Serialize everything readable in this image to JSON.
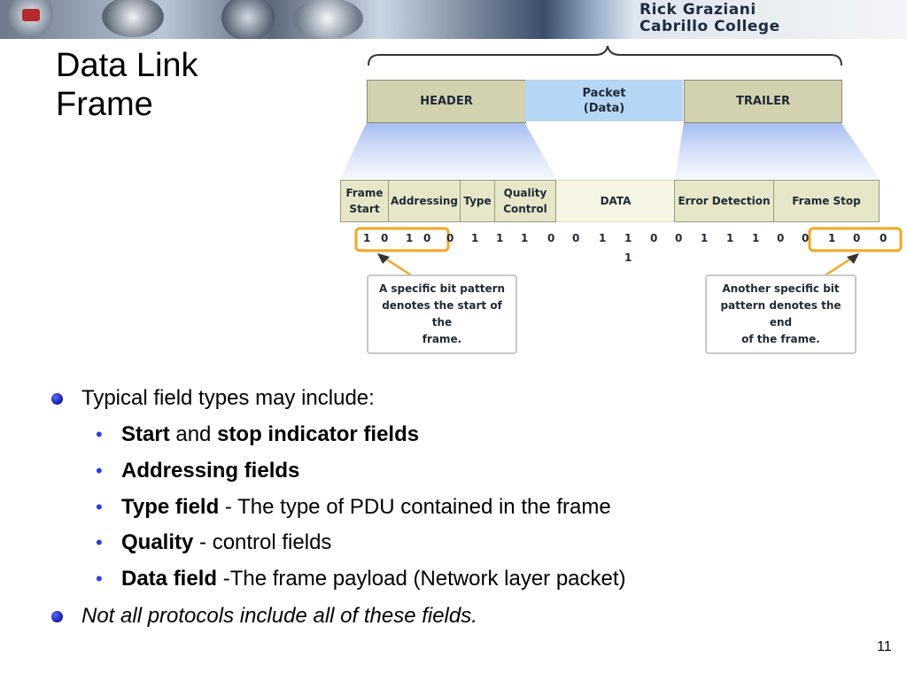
{
  "banner": {
    "line1": "Rick Graziani",
    "line2": "Cabrillo College"
  },
  "title": {
    "line1": "Data Link",
    "line2": "Frame"
  },
  "diagram": {
    "top_segments": {
      "header": "HEADER",
      "packet_line1": "Packet",
      "packet_line2": "(Data)",
      "trailer": "TRAILER"
    },
    "fields": {
      "frame_start_1": "Frame",
      "frame_start_2": "Start",
      "addressing": "Addressing",
      "type": "Type",
      "quality_1": "Quality",
      "quality_2": "Control",
      "data": "DATA",
      "error_detection": "Error Detection",
      "frame_stop": "Frame Stop"
    },
    "bits": [
      "1",
      "0",
      "1",
      "0",
      "0",
      "1",
      "1",
      "1",
      "0",
      "0",
      "1",
      "1",
      "0",
      "0",
      "1",
      "1",
      "1",
      "0",
      "0",
      "1",
      "0",
      "0"
    ],
    "extra_bit": "1",
    "callout_left": {
      "line1": "A specific bit pattern",
      "line2": "denotes the start of the",
      "line3": "frame."
    },
    "callout_right": {
      "line1": "Another specific bit",
      "line2": "pattern denotes the end",
      "line3": "of the frame."
    },
    "colors": {
      "khaki": "#d2d1b0",
      "packet_blue": "#b5d6f4",
      "highlight_orange": "#f5a623"
    }
  },
  "bullets": {
    "b1": "Typical field types may include:",
    "sub1_bold_a": "Start",
    "sub1_mid": " and ",
    "sub1_bold_b": "stop indicator fields",
    "sub2_bold": "Addressing fields",
    "sub3_bold": "Type field",
    "sub3_rest": " - The type of PDU contained in the frame",
    "sub4_bold": "Quality",
    "sub4_rest": " - control fields",
    "sub5_bold": "Data field",
    "sub5_rest": " -The frame payload (Network layer packet)",
    "b2": "Not all protocols include all of these fields."
  },
  "page_number": "11"
}
